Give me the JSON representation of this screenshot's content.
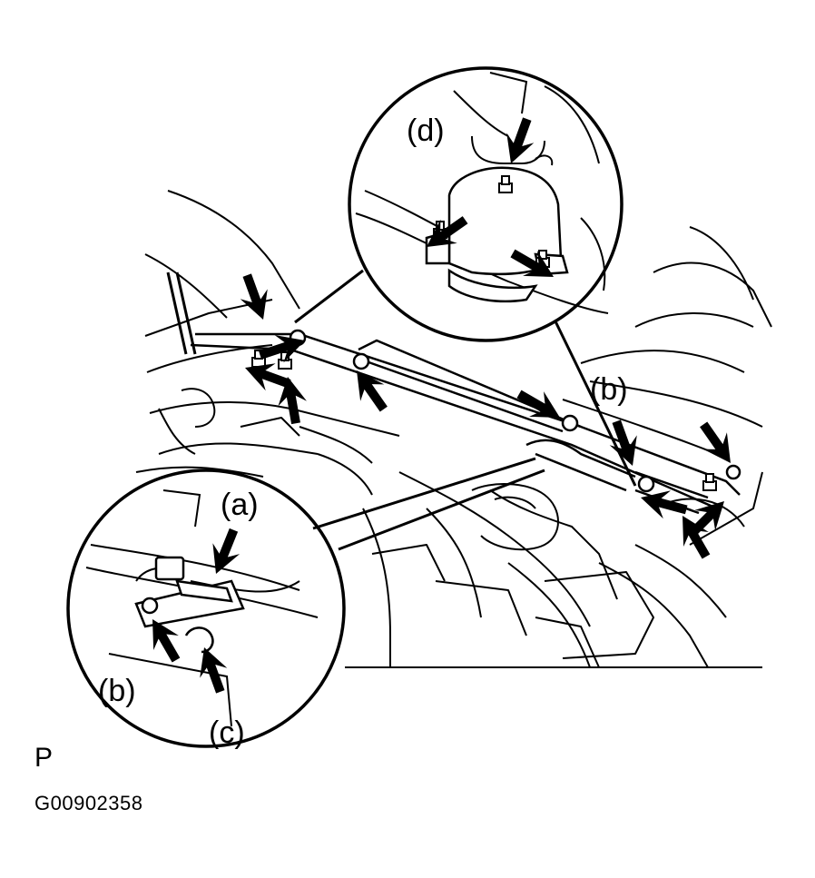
{
  "callouts": {
    "a": "(a)",
    "b_top": "(b)",
    "b_bottom": "(b)",
    "c": "(c)",
    "d": "(d)"
  },
  "footer": {
    "marker": "P",
    "figure_id": "G00902358"
  },
  "colors": {
    "ink": "#000000",
    "paper": "#ffffff"
  },
  "icons": [
    "arrow-icon",
    "bolt-icon",
    "nut-icon",
    "connector-icon"
  ]
}
